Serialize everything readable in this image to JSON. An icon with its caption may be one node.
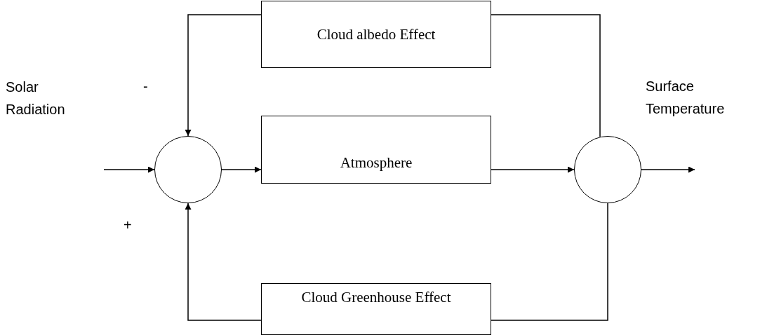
{
  "diagram": {
    "nodes": [
      {
        "text": [
          "Cloud albedo Effect"
        ]
      },
      {
        "text": [],
        "shape": "circle"
      },
      {
        "text": [
          "Atmosphere"
        ]
      },
      {
        "text": [],
        "shape": "circle"
      },
      {
        "text": [
          "Cloud Greenhouse Effect"
        ]
      }
    ],
    "edges": [
      {
        "from": null,
        "to": 1,
        "arrow": "to"
      },
      {
        "from": 1,
        "to": 2,
        "arrow": "to"
      },
      {
        "from": 2,
        "to": 3,
        "arrow": "to"
      },
      {
        "from": 3,
        "to": null,
        "arrow": "to"
      },
      {
        "from": 3,
        "to": 0,
        "arrow": "none"
      },
      {
        "from": 0,
        "to": 1,
        "arrow": "to"
      },
      {
        "from": 3,
        "to": 4,
        "arrow": "none"
      },
      {
        "from": 4,
        "to": 1,
        "arrow": "to"
      }
    ],
    "labels": [
      "Solar Radiation",
      "-",
      "Surface Temperature",
      "+"
    ]
  }
}
